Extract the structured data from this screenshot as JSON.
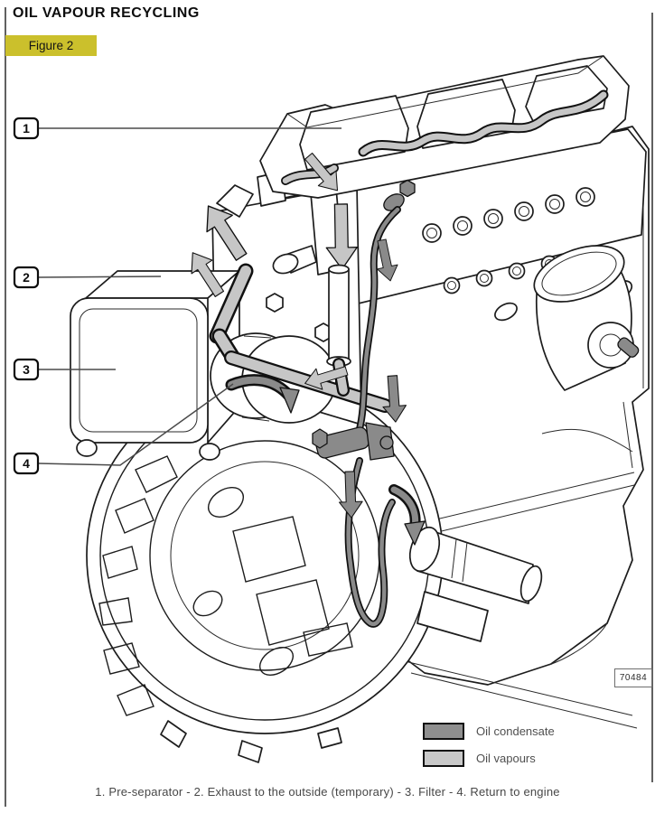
{
  "header": {
    "title": "OIL VAPOUR RECYCLING",
    "figure_label": "Figure 2"
  },
  "diagram": {
    "ref_code": "70484",
    "callouts": [
      {
        "number": "1"
      },
      {
        "number": "2"
      },
      {
        "number": "3"
      },
      {
        "number": "4"
      }
    ],
    "legend": [
      {
        "label": "Oil condensate",
        "color": "#8f8f8f"
      },
      {
        "label": "Oil vapours",
        "color": "#c9c9c9"
      }
    ]
  },
  "caption": {
    "text": "1. Pre-separator - 2. Exhaust to the outside (temporary) - 3. Filter - 4. Return to engine"
  },
  "colors": {
    "figure_chip": "#cbc02c",
    "condensate": "#8f8f8f",
    "vapours": "#c9c9c9"
  }
}
